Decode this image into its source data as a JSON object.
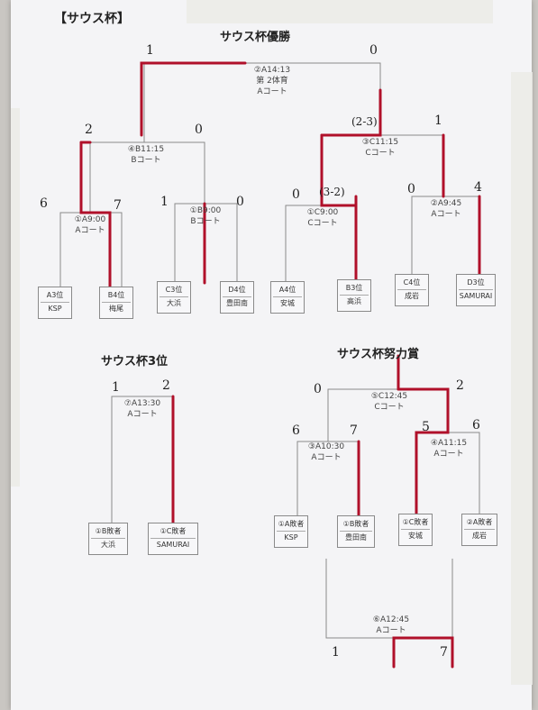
{
  "page_title": "【サウス杯】",
  "winners_bracket": {
    "title": "サウス杯優勝",
    "final": {
      "label1": "②A14:13",
      "label2": "第 2体育",
      "label3": "Aコート"
    },
    "semi_left": {
      "label1": "④B11:15",
      "label2": "Bコート"
    },
    "semi_right": {
      "label1": "③C11:15",
      "label2": "Cコート"
    },
    "qf1": {
      "label1": "①A9:00",
      "label2": "Aコート"
    },
    "qf2": {
      "label1": "①B9:00",
      "label2": "Bコート"
    },
    "qf3": {
      "label1": "①C9:00",
      "label2": "Cコート"
    },
    "qf4": {
      "label1": "②A9:45",
      "label2": "Aコート"
    },
    "teams": [
      {
        "seed": "A3位",
        "name": "KSP"
      },
      {
        "seed": "B4位",
        "name": "梅尾"
      },
      {
        "seed": "C3位",
        "name": "大浜"
      },
      {
        "seed": "D4位",
        "name": "豊田南"
      },
      {
        "seed": "A4位",
        "name": "安城"
      },
      {
        "seed": "B3位",
        "name": "高浜"
      },
      {
        "seed": "C4位",
        "name": "成岩"
      },
      {
        "seed": "D3位",
        "name": "SAMURAI"
      }
    ],
    "scores": {
      "final": [
        "1",
        "0"
      ],
      "semi_left": [
        "2",
        "0"
      ],
      "semi_right": [
        "(2-3)",
        "1"
      ],
      "qf1": [
        "6",
        "7"
      ],
      "qf2": [
        "1",
        "0"
      ],
      "qf3": [
        "0",
        "(3-2)"
      ],
      "qf4": [
        "0",
        "4"
      ]
    }
  },
  "third_place": {
    "title": "サウス杯3位",
    "match": {
      "label1": "⑦A13:30",
      "label2": "Aコート"
    },
    "teams": [
      {
        "seed": "①B敗者",
        "name": "大浜"
      },
      {
        "seed": "①C敗者",
        "name": "SAMURAI"
      }
    ],
    "scores": [
      "1",
      "2"
    ]
  },
  "effort_prize": {
    "title": "サウス杯努力賞",
    "final": {
      "label1": "⑤C12:45",
      "label2": "Cコート"
    },
    "sf1": {
      "label1": "③A10:30",
      "label2": "Aコート"
    },
    "sf2": {
      "label1": "④A11:15",
      "label2": "Aコート"
    },
    "teams": [
      {
        "seed": "①A敗者",
        "name": "KSP"
      },
      {
        "seed": "①B敗者",
        "name": "豊田南"
      },
      {
        "seed": "①C敗者",
        "name": "安城"
      },
      {
        "seed": "②A敗者",
        "name": "成岩"
      }
    ],
    "consolation": {
      "label1": "⑥A12:45",
      "label2": "Aコート"
    },
    "scores": {
      "final": [
        "0",
        "2"
      ],
      "sf1": [
        "6",
        "7"
      ],
      "sf2": [
        "5",
        "6"
      ],
      "consolation": [
        "1",
        "7"
      ]
    }
  },
  "colors": {
    "line": "#8a8a8a",
    "winner": "#b0102a",
    "paper": "#f4f4f6"
  }
}
